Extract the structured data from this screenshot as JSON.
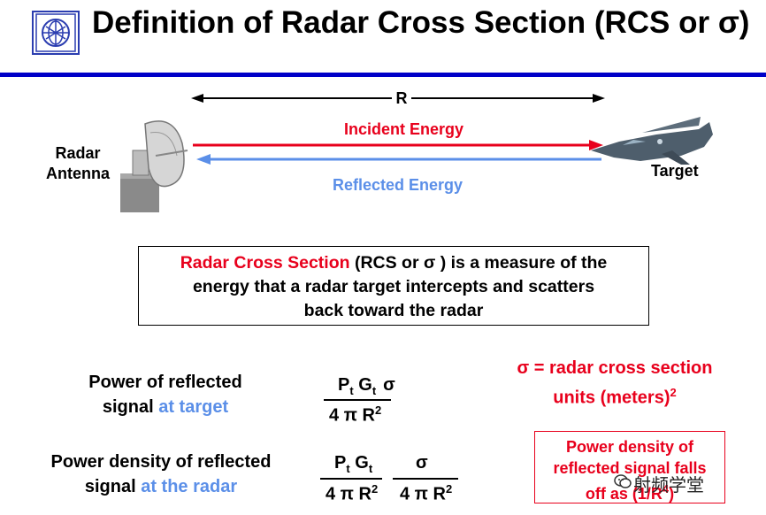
{
  "title": "Definition of Radar Cross Section (RCS or σ)",
  "icons": {
    "logo": "university-seal-logo",
    "radar": "radar-antenna-icon",
    "aircraft": "fighter-jet-icon",
    "watermark": "wechat-logo-icon"
  },
  "colors": {
    "rule": "#0000c8",
    "incident": "#e8001c",
    "reflected": "#5b8fe8",
    "highlight": "#e8001c"
  },
  "diagram": {
    "range_label": "R",
    "radar_label_line1": "Radar",
    "radar_label_line2": "Antenna",
    "target_label": "Target",
    "incident_label": "Incident Energy",
    "reflected_label": "Reflected Energy"
  },
  "definition": {
    "term": "Radar Cross Section",
    "sentence_part1": " (RCS or σ ) is a measure of the",
    "sentence_part2": "energy that a radar target intercepts and scatters",
    "sentence_part3": "back toward the radar"
  },
  "row1": {
    "label_line1": "Power of reflected",
    "label_plain": "signal ",
    "label_highlight": "at target",
    "numerator": "P",
    "sub_t": "t",
    "G": " G",
    "sub_t2": "t",
    "sigma": "σ",
    "denominator": "4 π R",
    "exp": "2"
  },
  "row2": {
    "label_line1": "Power density of reflected",
    "label_plain": "signal ",
    "label_highlight": "at the radar",
    "numerator": "P",
    "sub_t": "t",
    "G": " G",
    "sub_t2": "t",
    "denominator": "4 π R",
    "exp": "2",
    "sigma": "σ",
    "denominator2": "4 π R",
    "exp2": "2"
  },
  "sigma_definition": {
    "line1": "σ =  radar cross section",
    "line2": "units (meters)",
    "exp": "2"
  },
  "falloff": {
    "line1": "Power density of",
    "line2": "reflected signal falls",
    "line3": "off as (1/R",
    "exp": "4",
    "end": ")"
  },
  "watermark": "射频学堂"
}
